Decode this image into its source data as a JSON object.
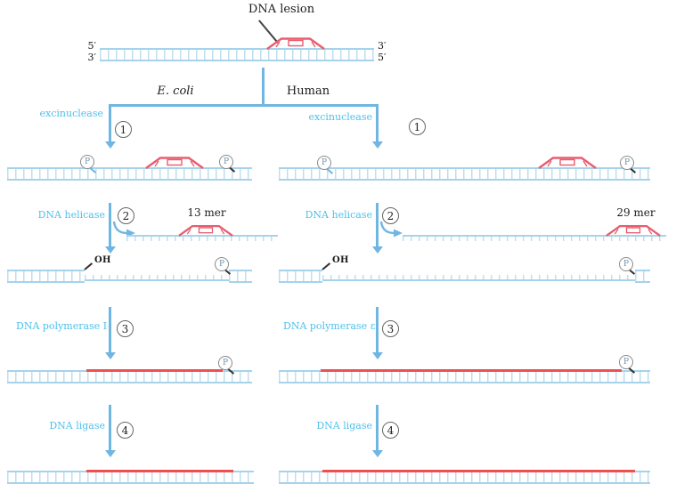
{
  "title_label": "DNA lesion",
  "ends": {
    "l5": "5′",
    "l3": "3′",
    "r3": "3′",
    "r5": "5′"
  },
  "branches": {
    "left_name": "E. coli",
    "right_name": "Human"
  },
  "ecoli": {
    "step1_label": "excinuclease",
    "step1_num": "1",
    "step2_label": "DNA helicase",
    "step2_num": "2",
    "fragment_label": "13 mer",
    "step3_label": "DNA polymerase I",
    "step3_num": "3",
    "step4_label": "DNA ligase",
    "step4_num": "4"
  },
  "human": {
    "step1_label": "excinuclease",
    "step1_num": "1",
    "step2_label": "DNA helicase",
    "step2_num": "2",
    "fragment_label": "29 mer",
    "step3_label": "DNA polymerase ε",
    "step3_num": "3",
    "step4_label": "DNA ligase",
    "step4_num": "4"
  },
  "markers": {
    "phosphate": "P",
    "hydroxyl": "OH"
  },
  "colors": {
    "strand": "#a6d3ea",
    "rung": "#bedff1",
    "arrow": "#6fb6e2",
    "enzyme": "#4fc0ec",
    "lesion": "#e85d6e",
    "new_dna": "#ee5050",
    "ink": "#1c1c1c"
  }
}
